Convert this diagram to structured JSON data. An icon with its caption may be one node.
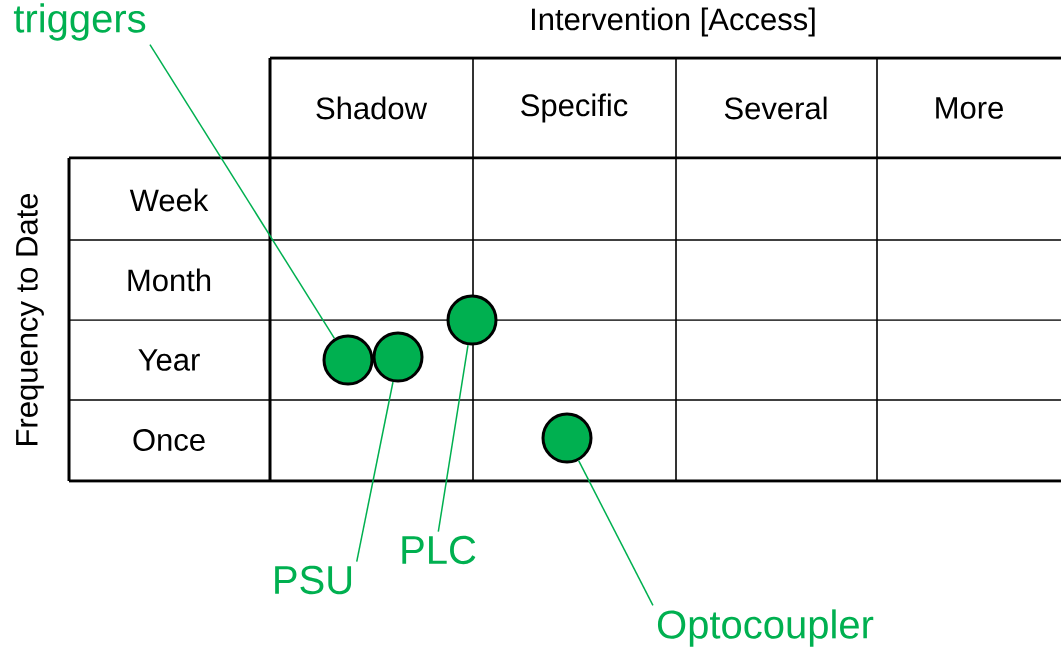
{
  "diagram": {
    "nodes": [
      {
        "text": [
          "triggers"
        ]
      },
      {
        "text": [
          "PSU"
        ]
      },
      {
        "text": [
          "PLC"
        ]
      },
      {
        "text": [
          "Optocoupler"
        ]
      },
      {
        "text": [],
        "shape": "circle"
      },
      {
        "text": [],
        "shape": "circle"
      },
      {
        "text": [],
        "shape": "circle"
      },
      {
        "text": [],
        "shape": "circle"
      }
    ],
    "edges": [
      {
        "from": 0,
        "to": 4,
        "arrow": "none"
      },
      {
        "from": 1,
        "to": 5,
        "arrow": "none"
      },
      {
        "from": 2,
        "to": 6,
        "arrow": "none"
      },
      {
        "from": 3,
        "to": 7,
        "arrow": "none"
      }
    ],
    "labels": [
      "Intervention [Access]",
      "Frequency to Date",
      "Shadow",
      "Specific",
      "Several",
      "More",
      "Week",
      "Month",
      "Year",
      "Once"
    ]
  }
}
